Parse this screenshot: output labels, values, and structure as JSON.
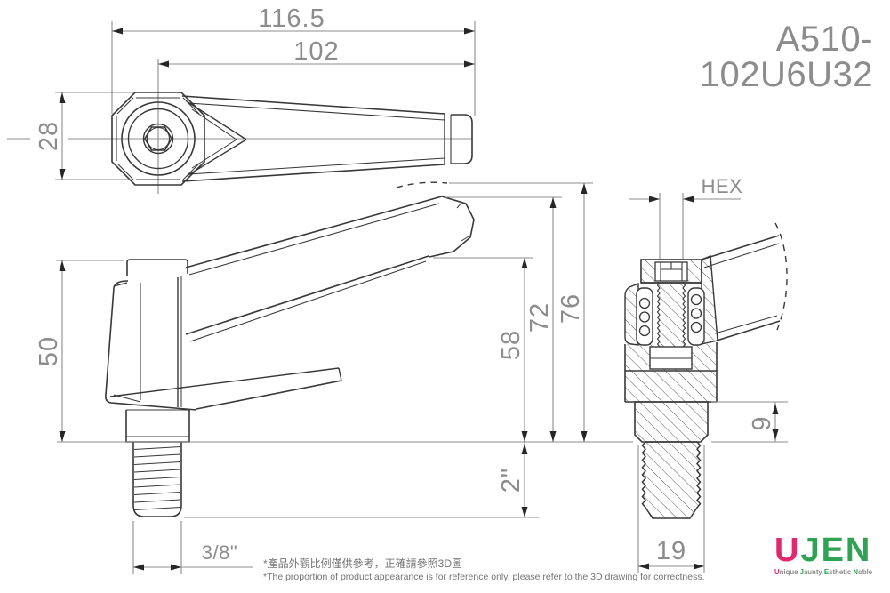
{
  "part_number": "A510-102U6U32",
  "dimensions": {
    "overall_length": "116.5",
    "handle_length": "102",
    "head_width": "28",
    "hub_height": "50",
    "tip_underside_height": "58",
    "handle_top_height": "72",
    "overall_height": "76",
    "thread_length": "2\"",
    "thread_size": "3/8\"",
    "hex_label": "HEX",
    "collar_height": "9",
    "base_diameter": "19"
  },
  "notes": {
    "chinese": "*產品外觀比例僅供參考，正確請參照3D圖",
    "english": "*The proportion of product appearance is for reference only, please refer to the 3D drawing for correctness."
  },
  "logo": {
    "brand_accent": "U",
    "brand_rest": "JEN",
    "colors": {
      "accent_pink": "#e0286e",
      "brand_green": "#2fa353"
    },
    "tagline": [
      {
        "initial": "U",
        "rest": "nique "
      },
      {
        "initial": "J",
        "rest": "aunty "
      },
      {
        "initial": "E",
        "rest": "sthetic "
      },
      {
        "initial": "N",
        "rest": "oble"
      }
    ]
  }
}
